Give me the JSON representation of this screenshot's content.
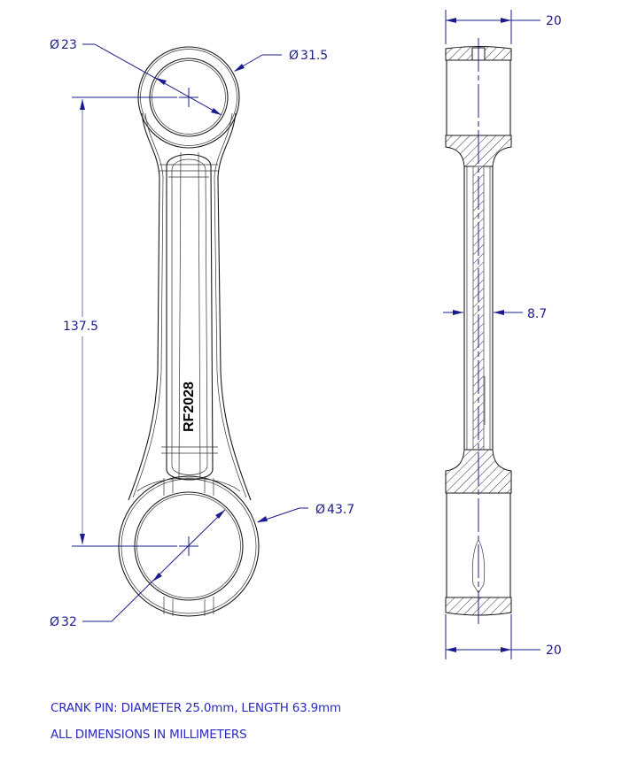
{
  "drawing": {
    "part_number": "RF2028",
    "front_view": {
      "small_end_bore": {
        "symbol": "Ø",
        "value": "23"
      },
      "small_end_outer": {
        "symbol": "Ø",
        "value": "31.5"
      },
      "big_end_bore": {
        "symbol": "Ø",
        "value": "32"
      },
      "big_end_outer": {
        "symbol": "Ø",
        "value": "43.7"
      },
      "center_distance": "137.5"
    },
    "side_view": {
      "small_end_width": "20",
      "beam_thickness": "8.7",
      "big_end_width": "20"
    }
  },
  "notes": {
    "crank_pin": "CRANK PIN:  DIAMETER 25.0mm, LENGTH 63.9mm",
    "units": "ALL DIMENSIONS IN MILLIMETERS"
  },
  "colors": {
    "dimension": "#1c1c8c",
    "note_text": "#2a2ac0",
    "part_line": "#1a1a1a"
  }
}
